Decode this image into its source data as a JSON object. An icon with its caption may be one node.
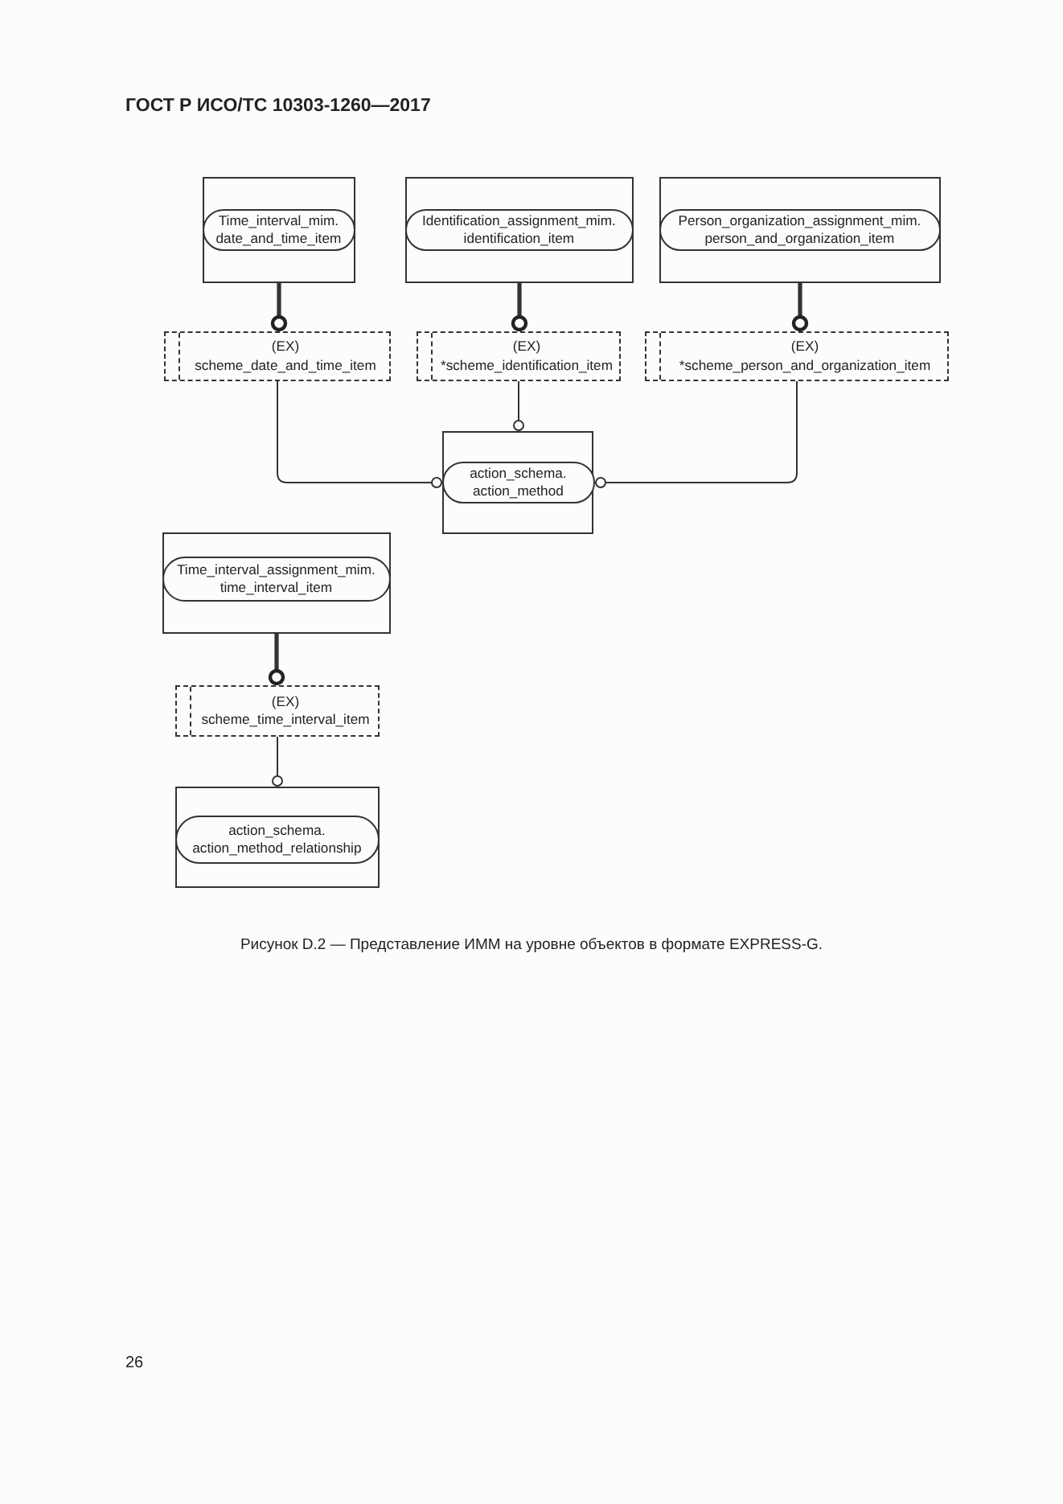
{
  "diagram": {
    "title": "ГОСТ Р ИСО/ТС 10303-1260—2017",
    "caption": "Рисунок D.2 — Представление ИММ на уровне объектов в формате EXPRESS-G.",
    "nodes": [
      {
        "text": [],
        "shape": "box"
      },
      {
        "text": [
          "Time_interval_mim. date_and_time_item"
        ],
        "in": 0
      },
      {
        "text": [],
        "shape": "box"
      },
      {
        "text": [
          "Identification_assignment_mim. identification_item"
        ],
        "in": 2
      },
      {
        "text": [],
        "shape": "box"
      },
      {
        "text": [
          "Person_organization_assignment_mim. person_and_organization_item"
        ],
        "in": 4
      },
      {
        "text": [
          "(EX)",
          "scheme_date_and_time_item"
        ]
      },
      {
        "text": [
          "(EX)",
          "*scheme_identification_item"
        ]
      },
      {
        "text": [
          "(EX)",
          "*scheme_person_and_organization_item"
        ]
      },
      {
        "text": [],
        "shape": "box"
      },
      {
        "text": [
          "action_schema. action_method"
        ],
        "in": 9
      },
      {
        "text": [],
        "shape": "box"
      },
      {
        "text": [
          "Time_interval_assignment_mim. time_interval_item"
        ],
        "in": 11
      },
      {
        "text": [
          "(EX)",
          "scheme_time_interval_item"
        ]
      },
      {
        "text": [],
        "shape": "box"
      },
      {
        "text": [
          "action_schema. action_method_relationship"
        ],
        "in": 14
      }
    ],
    "edges": [
      {
        "from": 0,
        "to": 6,
        "arrow": "other",
        "style": "thick"
      },
      {
        "from": 2,
        "to": 7,
        "arrow": "other",
        "style": "thick"
      },
      {
        "from": 4,
        "to": 8,
        "arrow": "other",
        "style": "thick"
      },
      {
        "from": 6,
        "to": 10,
        "arrow": "other"
      },
      {
        "from": 7,
        "to": 9,
        "arrow": "other"
      },
      {
        "from": 8,
        "to": 10,
        "arrow": "other"
      },
      {
        "from": 11,
        "to": 13,
        "arrow": "other",
        "style": "thick"
      },
      {
        "from": 13,
        "to": 14,
        "arrow": "other"
      }
    ],
    "labels": [
      "26"
    ]
  }
}
